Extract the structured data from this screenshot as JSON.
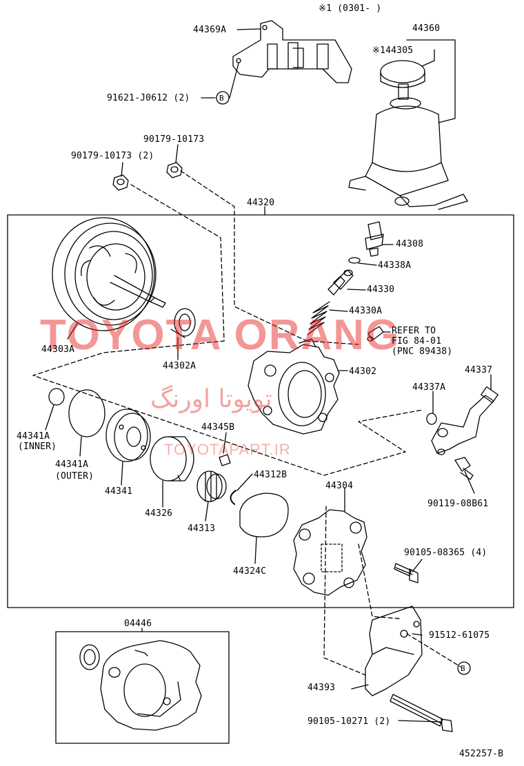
{
  "header": {
    "note": "※1 (0301-      )"
  },
  "callouts": {
    "bracket_upper": "44369A",
    "bolt_upper": "91621-J0612 (2)",
    "clip_b_upper": "B",
    "reservoir": "44360",
    "reservoir_cap": "※144305",
    "nut_right": "90179-10173",
    "nut_left": "90179-10173 (2)",
    "pump_assy": "44320",
    "connector": "44308",
    "oring_connector": "44338A",
    "valve": "44330",
    "spring": "44330A",
    "refer_line1": "REFER TO",
    "refer_line2": "FIG 84-01",
    "refer_line3": "(PNC 89438)",
    "pulley": "44303A",
    "seal": "44302A",
    "housing": "44302",
    "pipe": "44337",
    "oring_pipe": "44337A",
    "oring_inner": "44341A",
    "inner_text": "(INNER)",
    "oring_outer": "44341A",
    "outer_text": "(OUTER)",
    "plate": "44341",
    "vane": "44345B",
    "snap_ring": "44312B",
    "cam_ring": "44326",
    "rotor": "44313",
    "gasket": "44324C",
    "cover": "44304",
    "bolt_pipe": "90119-08B61",
    "bolt_cover": "90105-08365 (4)",
    "kit": "04446",
    "bolt_bracket": "91512-61075",
    "clip_b_lower": "B",
    "bracket_lower": "44393",
    "bolt_long": "90105-10271 (2)",
    "figure_id": "452257-B"
  },
  "watermark": {
    "brand": "TOYOTA ORANG",
    "persian": "تویوتا اورنگ",
    "site": "TOYOTAPART.IR",
    "color": "#e51919"
  }
}
